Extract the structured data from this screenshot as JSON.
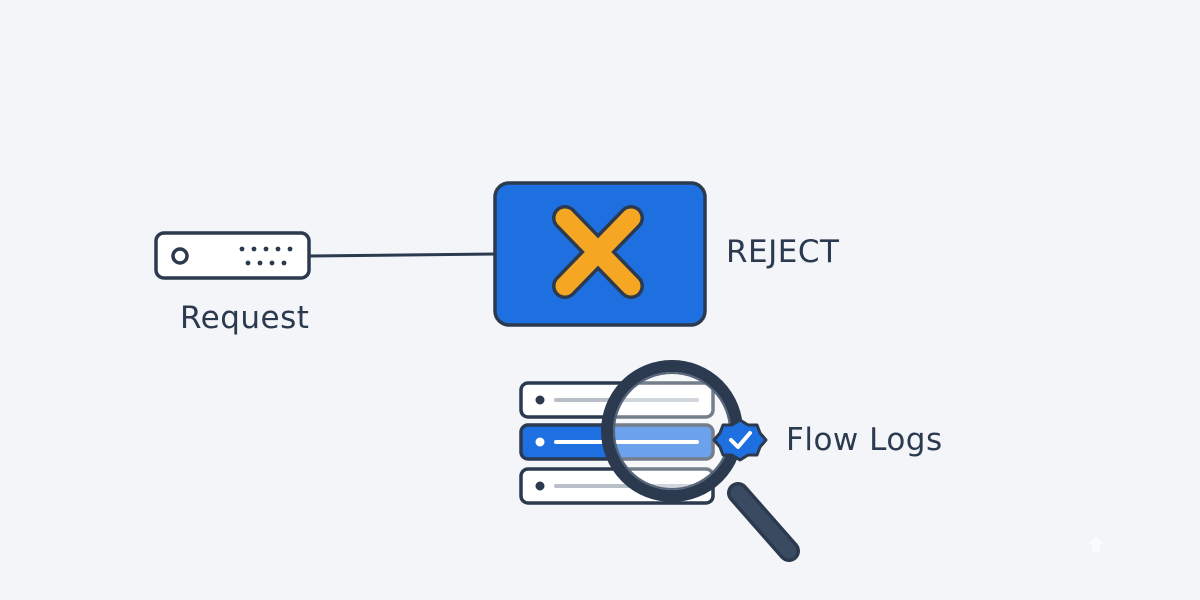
{
  "labels": {
    "request": "Request",
    "reject": "REJECT",
    "flow_logs": "Flow Logs"
  },
  "icons": {
    "source": "server-icon",
    "decision": "reject-x-icon",
    "logs": "log-list-icon",
    "inspect": "magnifier-icon",
    "verified": "verified-badge-icon"
  },
  "colors": {
    "background": "#f3f5f8",
    "outline": "#2b3a4e",
    "blue": "#1e6fe0",
    "orange": "#f5a623",
    "gray_line": "#b8bfc9"
  }
}
